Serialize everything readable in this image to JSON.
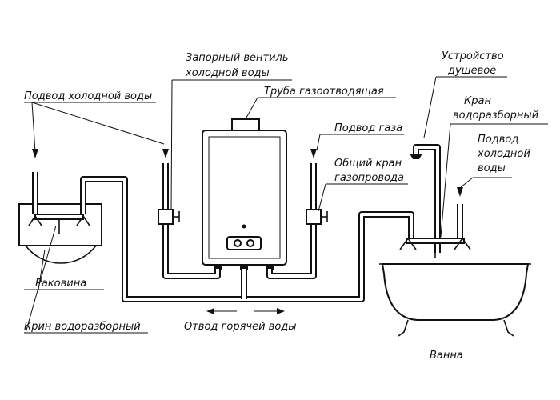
{
  "labels": {
    "cold_water_supply_left": "Подвод холодной воды",
    "cold_valve_line1": "Запорный вентиль",
    "cold_valve_line2": "холодной воды",
    "flue_pipe": "Труба газоотводящая",
    "gas_supply": "Подвод газа",
    "gas_cock_line1": "Общий кран",
    "gas_cock_line2": "газопровода",
    "shower_line1": "Устройство",
    "shower_line2": "душевое",
    "tap_line1": "Кран",
    "tap_line2": "водоразборный",
    "cold_right_line1": "Подвод",
    "cold_right_line2": "холодной",
    "cold_right_line3": "воды",
    "sink": "Раковина",
    "sink_tap": "Крин водоразборный",
    "hot_outlet": "Отвод горячей воды",
    "bath": "Ванна"
  },
  "colors": {
    "ink": "#111111",
    "background": "#ffffff"
  }
}
